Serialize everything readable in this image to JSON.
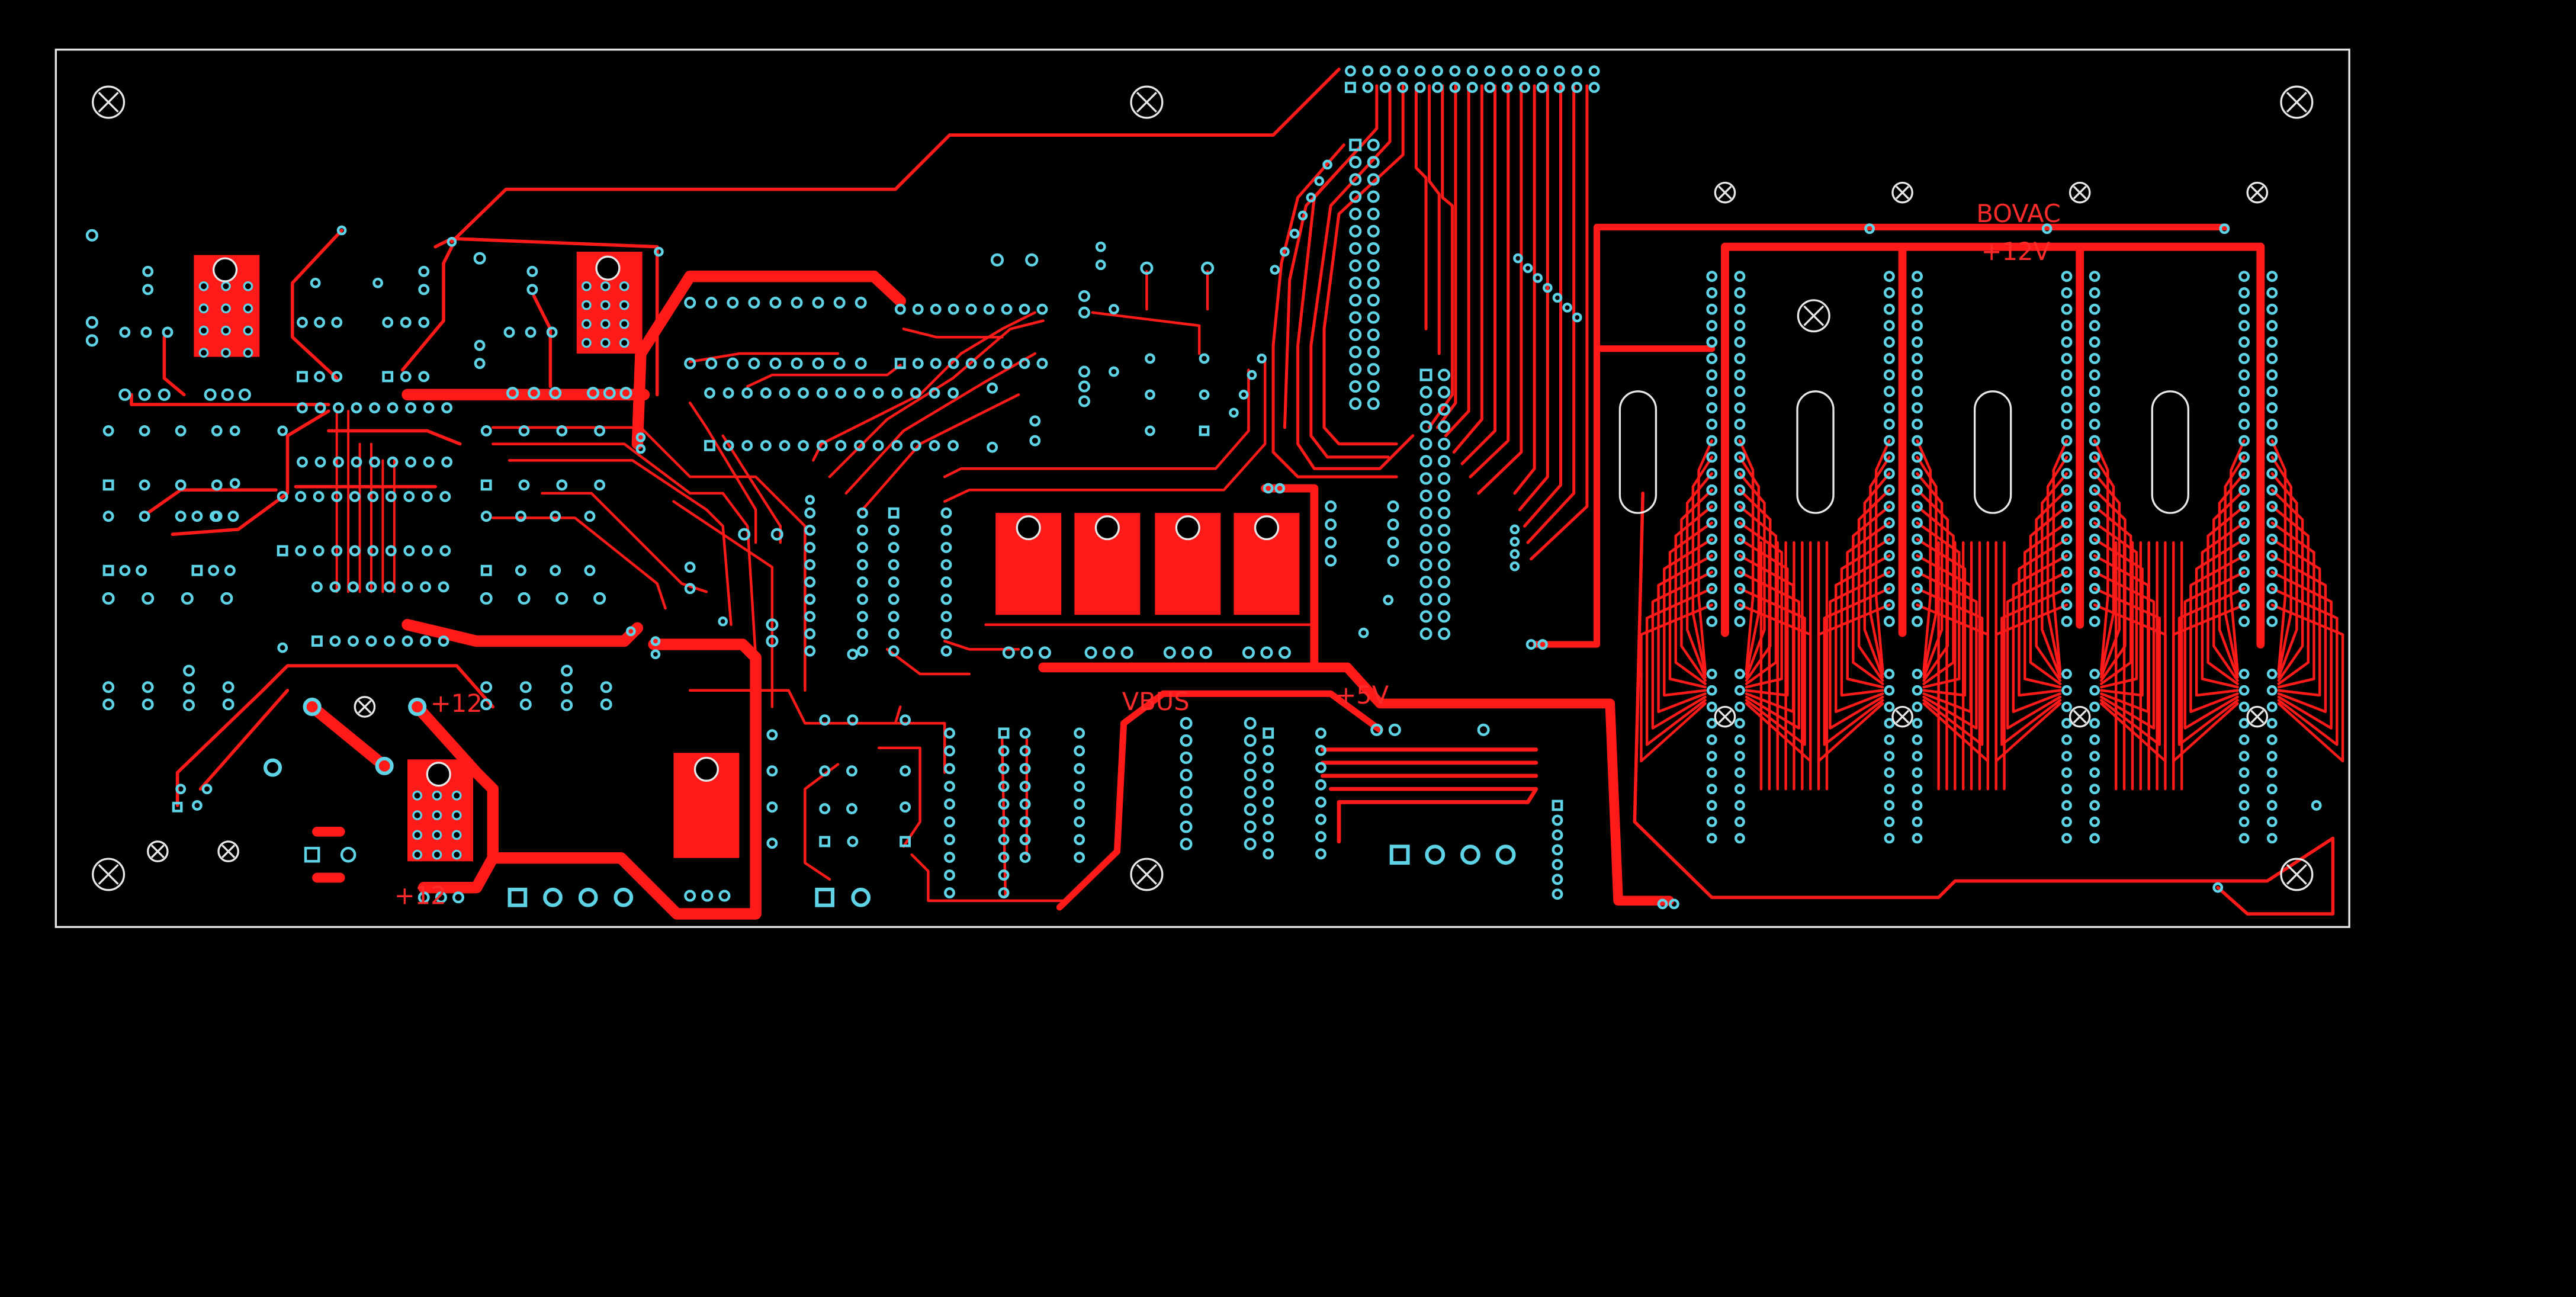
{
  "colors": {
    "background": "#000000",
    "outline": "#e8e8e8",
    "copper": "#ff1a1a",
    "pad": "#5fd3e6",
    "hole": "#000000",
    "mount": "#e8e8e8"
  },
  "labels": {
    "l1": "+12",
    "l2": "+12",
    "l3": "BOVAC",
    "l4": "+12V",
    "l5": "VBUS",
    "l6": "+5V"
  },
  "icons": {
    "mounting_hole": "mounting-hole-icon",
    "via": "via-icon"
  }
}
